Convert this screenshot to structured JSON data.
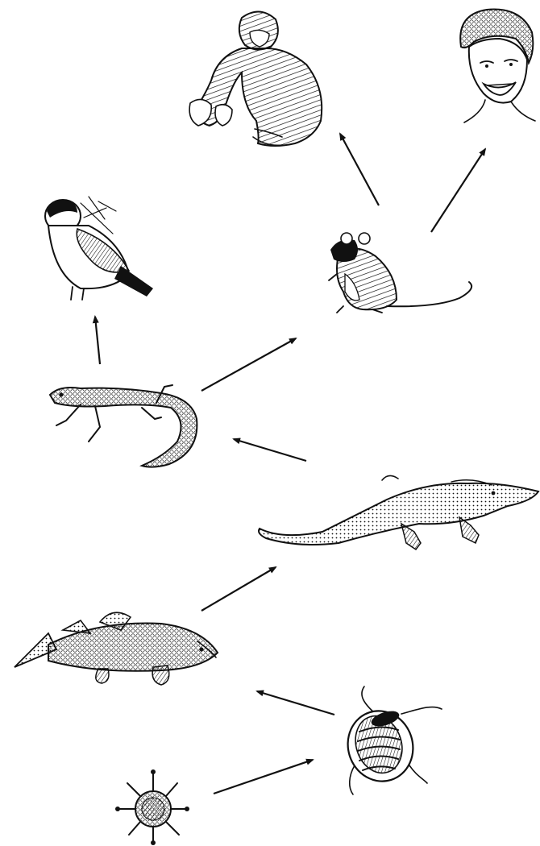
{
  "diagram": {
    "kind": "evolution-sequence",
    "organisms": [
      {
        "key": "protist",
        "icon": "radiolarian-icon"
      },
      {
        "key": "trilobite",
        "icon": "trilobite-icon"
      },
      {
        "key": "fish",
        "icon": "lobe-finned-fish-icon"
      },
      {
        "key": "amphibian",
        "icon": "crocodile-like-amphibian-icon"
      },
      {
        "key": "reptile",
        "icon": "lizard-icon"
      },
      {
        "key": "bird",
        "icon": "bullfinch-bird-icon"
      },
      {
        "key": "mammal",
        "icon": "mouse-icon"
      },
      {
        "key": "ape",
        "icon": "chimpanzee-icon"
      },
      {
        "key": "human",
        "icon": "human-face-icon"
      }
    ],
    "links": [
      {
        "from": "protist",
        "to": "trilobite"
      },
      {
        "from": "trilobite",
        "to": "fish"
      },
      {
        "from": "fish",
        "to": "amphibian"
      },
      {
        "from": "amphibian",
        "to": "reptile"
      },
      {
        "from": "reptile",
        "to": "bird"
      },
      {
        "from": "reptile",
        "to": "mammal"
      },
      {
        "from": "mammal",
        "to": "ape"
      },
      {
        "from": "mammal",
        "to": "human"
      }
    ],
    "colors": {
      "ink": "#111111",
      "background": "#ffffff"
    }
  }
}
